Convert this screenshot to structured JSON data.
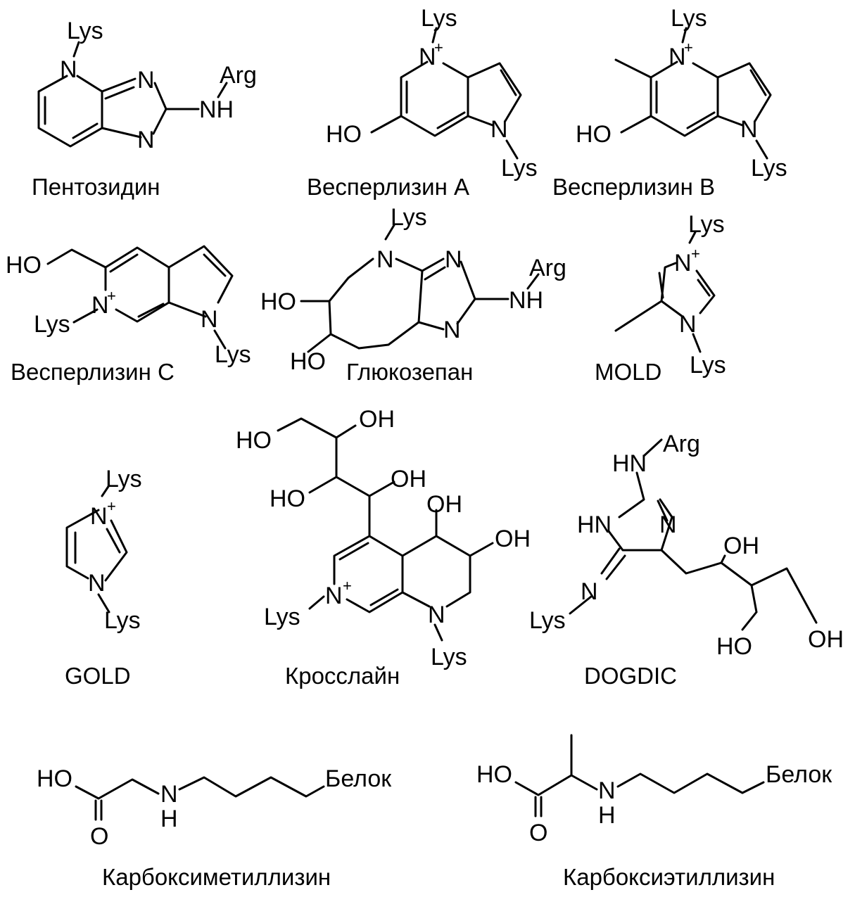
{
  "compounds": [
    {
      "name": "Пентозидин",
      "atoms": {
        "n1": "N",
        "n2": "N",
        "n3": "N",
        "nh": "NH",
        "lys": "Lys",
        "arg": "Arg"
      }
    },
    {
      "name": "Весперлизин A",
      "atoms": {
        "n1": "N",
        "plus": "+",
        "n2": "N",
        "ho": "HO",
        "lys1": "Lys",
        "lys2": "Lys"
      }
    },
    {
      "name": "Весперлизин B",
      "atoms": {
        "n1": "N",
        "plus": "+",
        "n2": "N",
        "ho": "HO",
        "lys1": "Lys",
        "lys2": "Lys"
      }
    },
    {
      "name": "Весперлизин C",
      "atoms": {
        "n1": "N",
        "plus": "+",
        "n2": "N",
        "ho": "HO",
        "lys1": "Lys",
        "lys2": "Lys"
      }
    },
    {
      "name": "Глюкозепан",
      "atoms": {
        "n1": "N",
        "n2": "N",
        "n3": "N",
        "nh": "NH",
        "ho1": "HO",
        "ho2": "HO",
        "lys": "Lys",
        "arg": "Arg"
      }
    },
    {
      "name": "MOLD",
      "atoms": {
        "n1": "N",
        "plus": "+",
        "n2": "N",
        "lys1": "Lys",
        "lys2": "Lys"
      }
    },
    {
      "name": "GOLD",
      "atoms": {
        "n1": "N",
        "plus": "+",
        "n2": "N",
        "lys1": "Lys",
        "lys2": "Lys"
      }
    },
    {
      "name": "Кросслайн",
      "atoms": {
        "ho1": "HO",
        "oh1": "OH",
        "ho2": "HO",
        "oh2": "OH",
        "oh3": "OH",
        "oh4": "OH",
        "n1": "N",
        "plus": "+",
        "n2": "N",
        "lys1": "Lys",
        "lys2": "Lys"
      }
    },
    {
      "name": "DOGDIC",
      "atoms": {
        "hn": "HN",
        "arg": "Arg",
        "hn2": "HN",
        "n1": "N",
        "n2": "N",
        "lys": "Lys",
        "oh1": "OH",
        "ho": "HO",
        "oh2": "OH"
      }
    },
    {
      "name": "Карбоксиметиллизин",
      "atoms": {
        "ho": "HO",
        "o": "O",
        "n": "N",
        "h": "H",
        "protein": "Белок"
      }
    },
    {
      "name": "Карбоксиэтиллизин",
      "atoms": {
        "ho": "HO",
        "o": "O",
        "n": "N",
        "h": "H",
        "protein": "Белок"
      }
    }
  ]
}
